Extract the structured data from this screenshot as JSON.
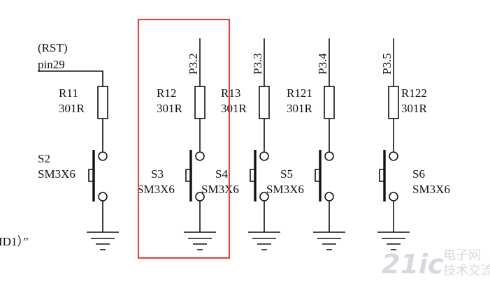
{
  "net_label": {
    "name": "(RST)",
    "pin": "pin29"
  },
  "edge_text": "ID1）”",
  "ports": [
    "P3.2",
    "P3.3",
    "P3.4",
    "P3.5"
  ],
  "resistors": [
    {
      "ref": "R11",
      "value": "301R"
    },
    {
      "ref": "R12",
      "value": "301R"
    },
    {
      "ref": "R13",
      "value": "301R"
    },
    {
      "ref": "R121",
      "value": "301R"
    },
    {
      "ref": "R122",
      "value": "301R"
    }
  ],
  "switches": [
    {
      "ref": "S2",
      "part": "SM3X6"
    },
    {
      "ref": "S3",
      "part": "SM3X6"
    },
    {
      "ref": "S4",
      "part": "SM3X6"
    },
    {
      "ref": "S5",
      "part": "SM3X6"
    },
    {
      "ref": "S6",
      "part": "SM3X6"
    }
  ],
  "watermark": {
    "logo": "21ic",
    "cn_top": "电子网",
    "cn_bottom": "技术交流"
  },
  "colors": {
    "ink": "#111111",
    "highlight": "#e04848",
    "watermark": "#d6d9e0"
  }
}
